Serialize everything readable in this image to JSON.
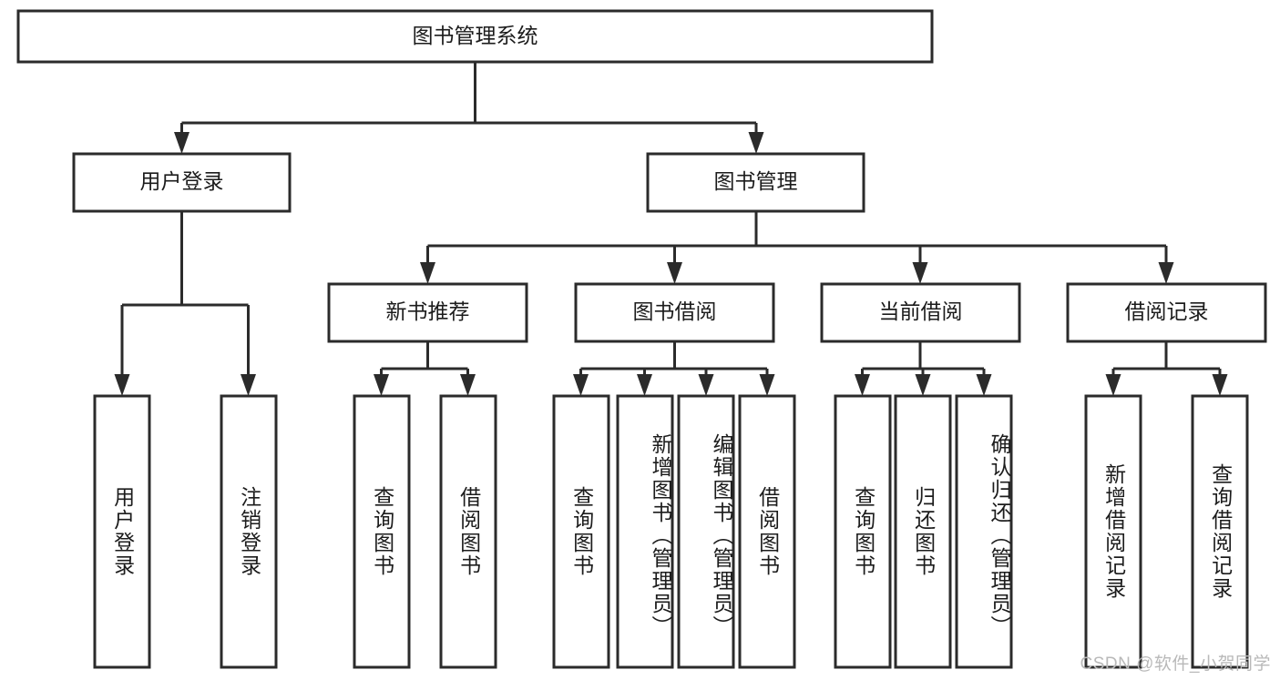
{
  "diagram": {
    "type": "tree-hierarchy",
    "title": "图书管理系统",
    "watermark": "CSDN @软件_小贺同学",
    "colors": {
      "stroke": "#2b2b2b",
      "fill": "#ffffff",
      "text": "#1c1c1c",
      "watermark": "#b9b9b9"
    },
    "levels": {
      "level1": [
        {
          "id": "root",
          "label": "图书管理系统"
        }
      ],
      "level2": [
        {
          "id": "user-login",
          "label": "用户登录"
        },
        {
          "id": "book-manage",
          "label": "图书管理"
        }
      ],
      "level3": [
        {
          "id": "new-book-rec",
          "label": "新书推荐"
        },
        {
          "id": "book-borrow",
          "label": "图书借阅"
        },
        {
          "id": "current-borrow",
          "label": "当前借阅"
        },
        {
          "id": "borrow-record",
          "label": "借阅记录"
        }
      ],
      "leaves": [
        {
          "id": "leaf-user-login",
          "label": "用户登录",
          "parent": "user-login"
        },
        {
          "id": "leaf-logout",
          "label": "注销登录",
          "parent": "user-login"
        },
        {
          "id": "leaf-query-book-1",
          "label": "查询图书",
          "parent": "new-book-rec"
        },
        {
          "id": "leaf-borrow-book-1",
          "label": "借阅图书",
          "parent": "new-book-rec"
        },
        {
          "id": "leaf-query-book-2",
          "label": "查询图书",
          "parent": "book-borrow"
        },
        {
          "id": "leaf-add-book",
          "label": "新增图书（管理员）",
          "parent": "book-borrow"
        },
        {
          "id": "leaf-edit-book",
          "label": "编辑图书（管理员）",
          "parent": "book-borrow"
        },
        {
          "id": "leaf-borrow-book-2",
          "label": "借阅图书",
          "parent": "book-borrow"
        },
        {
          "id": "leaf-query-book-3",
          "label": "查询图书",
          "parent": "current-borrow"
        },
        {
          "id": "leaf-return-book",
          "label": "归还图书",
          "parent": "current-borrow"
        },
        {
          "id": "leaf-confirm-return",
          "label": "确认归还（管理员）",
          "parent": "current-borrow"
        },
        {
          "id": "leaf-add-record",
          "label": "新增借阅记录",
          "parent": "borrow-record"
        },
        {
          "id": "leaf-query-record",
          "label": "查询借阅记录",
          "parent": "borrow-record"
        }
      ]
    }
  }
}
